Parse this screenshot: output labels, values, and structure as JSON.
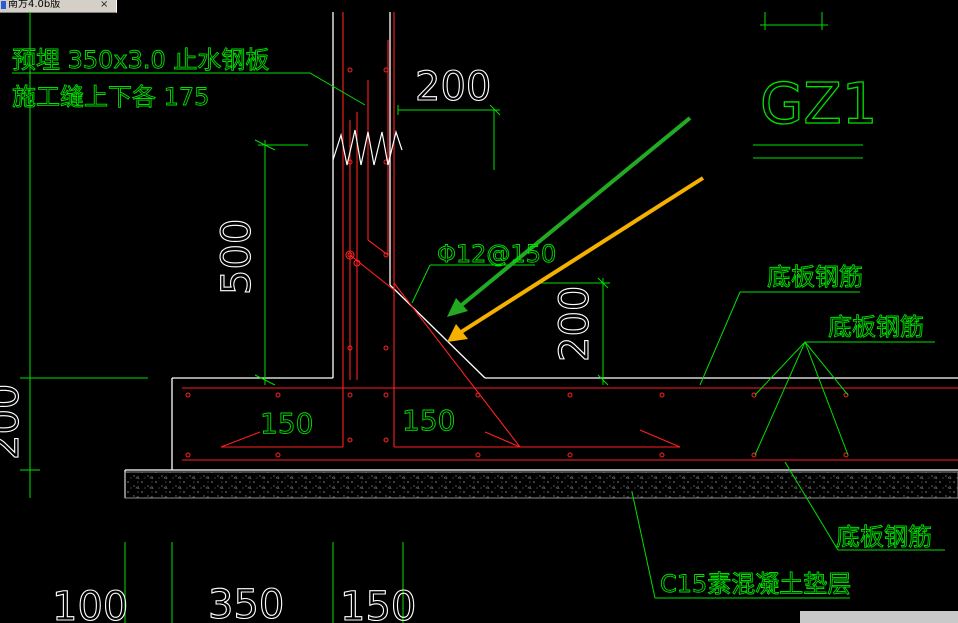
{
  "window": {
    "tab_title": "南方4.0b版",
    "close_glyph": "×"
  },
  "drawing": {
    "label_gz1": "GZ1",
    "note_waterstop_line1": "预埋 350x3.0 止水钢板",
    "note_waterstop_line2": "施工缝上下各 175",
    "dim_200_top": "200",
    "dim_500": "500",
    "dim_200_right": "200",
    "dim_200_left": "200",
    "rebar_spec": "Φ12@150",
    "dim_150_left": "150",
    "dim_150_right": "150",
    "label_bottom_rebar_1": "底板钢筋",
    "label_bottom_rebar_2": "底板钢筋",
    "label_bottom_rebar_3": "底板钢筋",
    "label_cushion": "C15素混凝土垫层",
    "dim_100": "100",
    "dim_350": "350",
    "dim_150_bottom": "150"
  },
  "colors": {
    "background": "#000000",
    "concrete_outline": "#ffffff",
    "rebar": "#ff2020",
    "annotation": "#00e000",
    "dimension_text": "#ffffff",
    "arrow_green": "#22aa22",
    "arrow_orange": "#f5b000"
  }
}
